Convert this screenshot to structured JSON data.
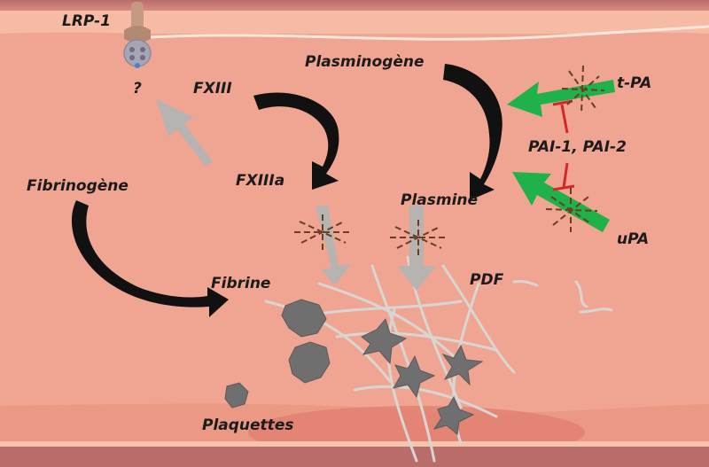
{
  "labels": {
    "lrp1": "LRP-1",
    "question": "?",
    "fxiii": "FXIII",
    "fxiiia": "FXIIIa",
    "fibrinogene": "Fibrinogène",
    "fibrine": "Fibrine",
    "plasminogene": "Plasminogène",
    "plasmine": "Plasmine",
    "tpa": "t-PA",
    "upa": "uPA",
    "pai": "PAI-1, PAI-2",
    "pdf": "PDF",
    "plaquettes": "Plaquettes"
  },
  "colors": {
    "vessel_wall": "#b86a68",
    "vessel_wall_inner": "#f4b9a3",
    "lumen": "#f0a592",
    "conversion_arrow": "#111111",
    "inactive_arrow": "#b6b3b1",
    "activator_arrow": "#1fb14a",
    "inhibition": "#d42828",
    "blocked_cross": "#6b3d22",
    "platelet": "#6f6f6f",
    "fibrin_fiber": "#d9d5d2"
  },
  "icons": {
    "receptor": "receptor-icon",
    "platelet": "platelet-icon",
    "blocked": "blocked-cross-icon"
  }
}
